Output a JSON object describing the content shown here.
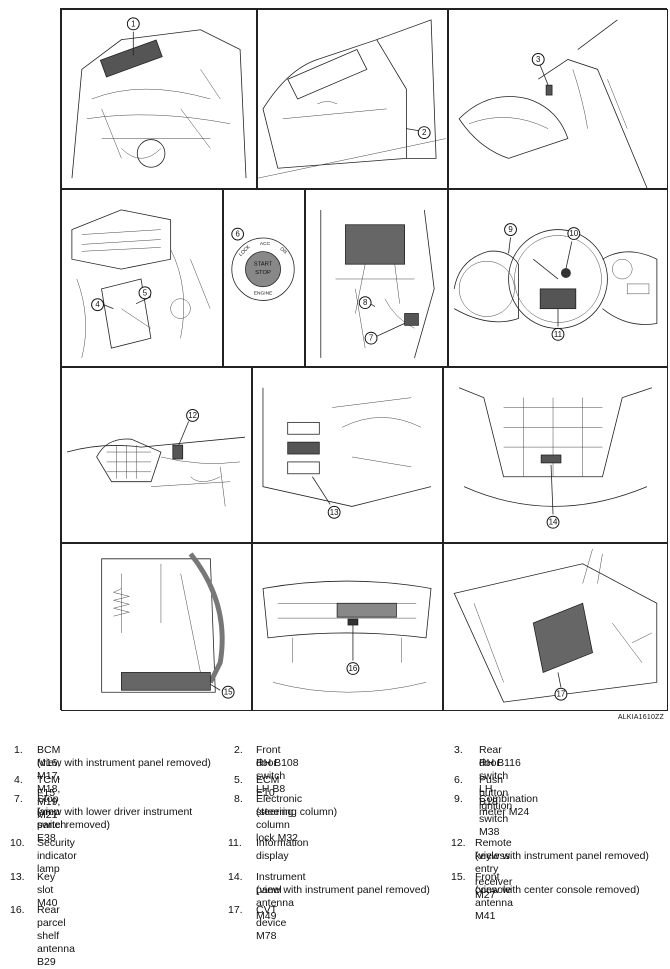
{
  "figure_code": "ALKIA1610ZZ",
  "callouts": [
    "1",
    "2",
    "3",
    "4",
    "5",
    "6",
    "7",
    "8",
    "9",
    "10",
    "11",
    "12",
    "13",
    "14",
    "15",
    "16",
    "17"
  ],
  "ignition_switch": {
    "lock": "LOCK",
    "acc": "ACC",
    "on": "ON",
    "start": "START",
    "stop": "STOP",
    "engine": "ENGINE"
  },
  "legend": [
    {
      "num": "1.",
      "text": "BCM M16, M17, M18, M19, M21",
      "sub": "(view with instrument panel removed)"
    },
    {
      "num": "2.",
      "text": "Front door switch LH B8",
      "sub": "RH B108"
    },
    {
      "num": "3.",
      "text": "Rear door switch LH B18",
      "sub": "RH B116"
    },
    {
      "num": "4.",
      "text": "TCM F15"
    },
    {
      "num": "5.",
      "text": "ECM E10"
    },
    {
      "num": "6.",
      "text": "Push button ignition switch M38"
    },
    {
      "num": "7.",
      "text": "Stop lamp switch E38",
      "sub": "(view with lower driver instrument",
      "sub2": "panel removed)"
    },
    {
      "num": "8.",
      "text": "Electronic steering column lock M32",
      "sub": "(steering column)"
    },
    {
      "num": "9.",
      "text": "Combination meter M24"
    },
    {
      "num": "10.",
      "text": "Security indicator lamp"
    },
    {
      "num": "11.",
      "text": "Information display"
    },
    {
      "num": "12.",
      "text": "Remote keyless entry receiver M27",
      "sub": "(view with instrument panel removed)"
    },
    {
      "num": "13.",
      "text": "Key slot M40"
    },
    {
      "num": "14.",
      "text": "Instrument panel antenna M49",
      "sub": "(view with instrument panel removed)"
    },
    {
      "num": "15.",
      "text": "Front console antenna M41",
      "sub": "(view with center console removed)"
    },
    {
      "num": "16.",
      "text": "Rear parcel shelf antenna B29"
    },
    {
      "num": "17.",
      "text": "CVT device M78"
    }
  ]
}
